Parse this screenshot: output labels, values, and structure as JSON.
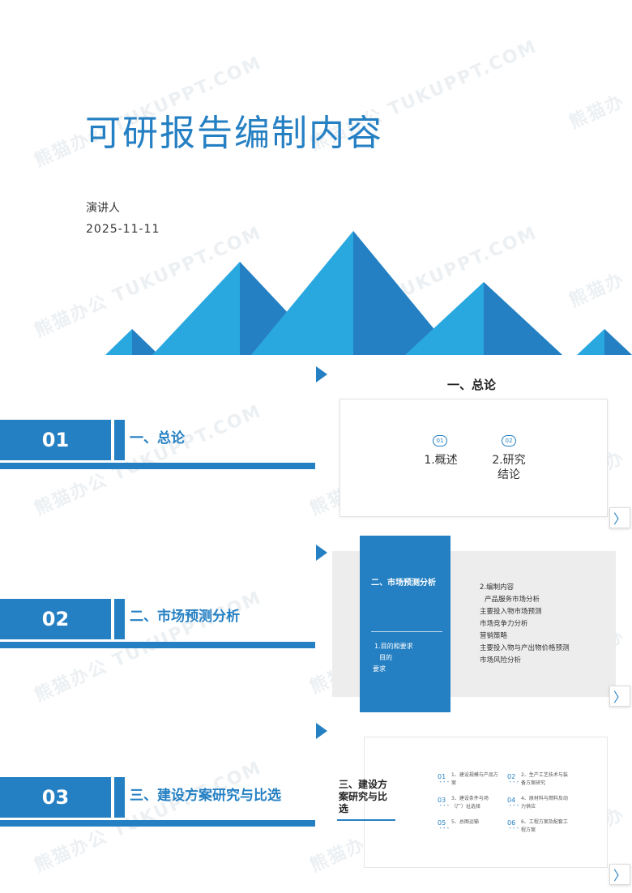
{
  "cover": {
    "title": "可研报告编制内容",
    "presenter": "演讲人",
    "date": "2025-11-11"
  },
  "watermark": "熊猫办公 TUKUPPT.COM",
  "sections": [
    {
      "num": "01",
      "title": "一、总论"
    },
    {
      "num": "02",
      "title": "二、市场预测分析"
    },
    {
      "num": "03",
      "title": "三、建设方案研究与比选"
    }
  ],
  "card1": {
    "title": "一、总论",
    "items": [
      {
        "badge": "01",
        "line1": "1.概述",
        "line2": ""
      },
      {
        "badge": "02",
        "line1": "2.研究",
        "line2": "结论"
      }
    ]
  },
  "card2": {
    "heading": "二、市场预测分析",
    "sub1": "1.目的和要求",
    "sub2": "目的",
    "sub3": "要求",
    "list": [
      "2.编制内容",
      "产品服务市场分析",
      "主要投入物市场预测",
      "市场竞争力分析",
      "营销策略",
      "主要投入物与产出物价格预测",
      "市场风险分析"
    ]
  },
  "card3": {
    "title": "三、建设方案研究与比选",
    "items": [
      {
        "num": "01",
        "text": "1、建设规模与产品方案"
      },
      {
        "num": "02",
        "text": "2、生产工艺技术与装备方案研究"
      },
      {
        "num": "03",
        "text": "3、建设条件与场（厂）址选择"
      },
      {
        "num": "04",
        "text": "4、原材料与燃料及动力供应"
      },
      {
        "num": "05",
        "text": "5、总图运输"
      },
      {
        "num": "06",
        "text": "6、工程方案及配套工程方案"
      }
    ]
  },
  "nav": {
    "arrow": "〉"
  },
  "colors": {
    "accent": "#2580c3",
    "light_blue": "#29a8e0"
  }
}
